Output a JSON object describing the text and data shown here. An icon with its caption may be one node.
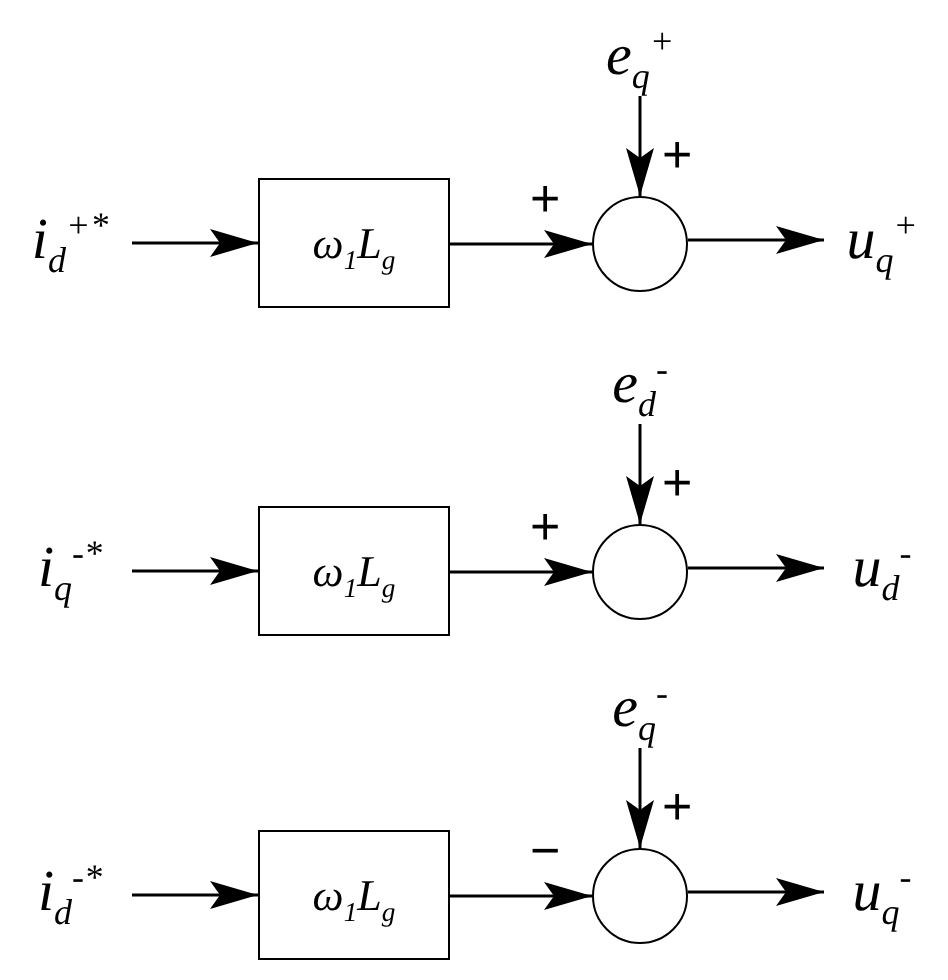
{
  "diagram": {
    "nodes": [
      {
        "text": [
          "e$_{q}$$^{+}$"
        ]
      },
      {
        "text": [
          "i$_{d}$$^{+*}$"
        ]
      },
      {
        "text": [
          "ω$_{1}$L$_{g}$"
        ]
      },
      {
        "text": [],
        "shape": "circle"
      },
      {
        "text": [
          "u$_{q}$$^{+}$"
        ]
      },
      {
        "text": [
          "e$_{d}$$^{-}$"
        ]
      },
      {
        "text": [
          "i$_{q}$$^{-*}$"
        ]
      },
      {
        "text": [
          "ω$_{1}$L$_{g}$"
        ]
      },
      {
        "text": [],
        "shape": "circle"
      },
      {
        "text": [
          "u$_{d}$$^{-}$"
        ]
      },
      {
        "text": [
          "e$_{q}$$^{-}$"
        ]
      },
      {
        "text": [
          "i$_{d}$$^{-*}$"
        ]
      },
      {
        "text": [
          "ω$_{1}$L$_{g}$"
        ]
      },
      {
        "text": [],
        "shape": "circle"
      },
      {
        "text": [
          "u$_{q}$$^{-}$"
        ]
      }
    ],
    "edges": [
      {
        "from": 1,
        "to": 2,
        "arrow": "to"
      },
      {
        "from": 2,
        "to": 3,
        "arrow": "to",
        "label": "+"
      },
      {
        "from": 0,
        "to": 3,
        "arrow": "to",
        "label": "+"
      },
      {
        "from": 3,
        "to": 4,
        "arrow": "to"
      },
      {
        "from": 6,
        "to": 7,
        "arrow": "to"
      },
      {
        "from": 7,
        "to": 8,
        "arrow": "to",
        "label": "+"
      },
      {
        "from": 5,
        "to": 8,
        "arrow": "to",
        "label": "+"
      },
      {
        "from": 8,
        "to": 9,
        "arrow": "to"
      },
      {
        "from": 11,
        "to": 12,
        "arrow": "to"
      },
      {
        "from": 12,
        "to": 13,
        "arrow": "to",
        "label": "−"
      },
      {
        "from": 10,
        "to": 13,
        "arrow": "to",
        "label": "+"
      },
      {
        "from": 13,
        "to": 14,
        "arrow": "to"
      }
    ]
  }
}
